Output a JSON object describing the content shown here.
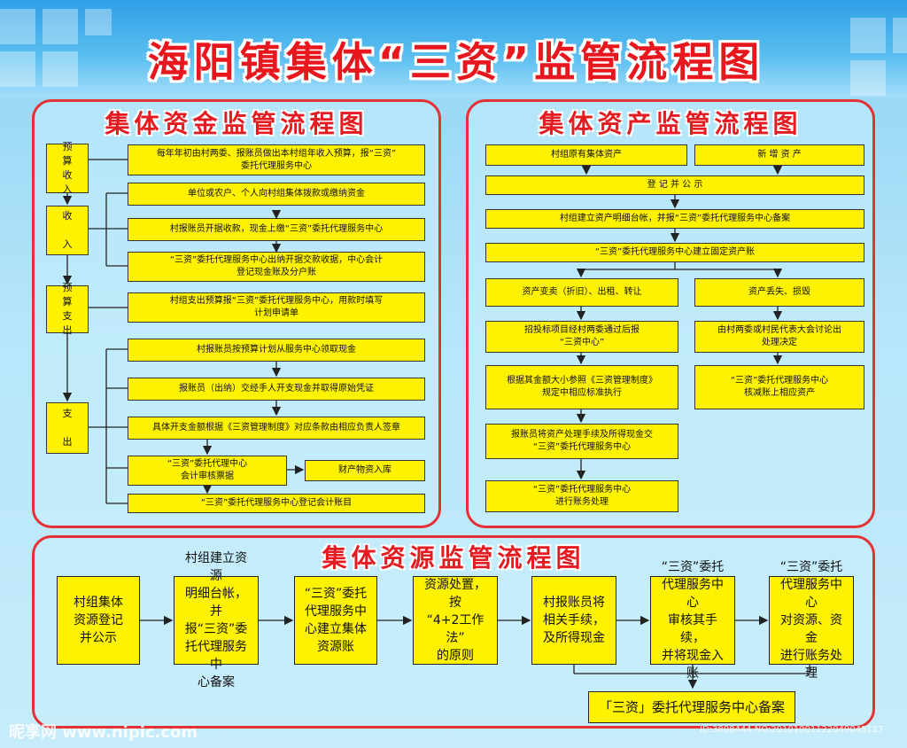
{
  "title": "海阳镇集体“三资”监管流程图",
  "funds": {
    "title": "集体资金监管流程图",
    "stages": [
      "预\n算\n收\n入",
      "收\n\n入",
      "预\n算\n支\n出",
      "支\n\n出"
    ],
    "boxes": [
      "每年年初由村两委、报账员做出本村组年收入预算，报“三资”\n委托代理服务中心",
      "单位或农户、个人向村组集体拨款或缴纳资金",
      "村报账员开据收款，现金上缴“三资”委托代理服务中心",
      "“三资”委托代理服务中心出纳开据交款收据，中心会计\n登记现金账及分户账",
      "村组支出预算报“三资”委托代理服务中心，用款时填写\n计划申请单",
      "村报账员按预算计划从服务中心领取现金",
      "报账员（出纳）交经手人开支现金并取得原始凭证",
      "具体开支金额根据《三资管理制度》对应条款由相应负责人签章",
      "“三资”委托代理中心\n会计审核票据",
      "财产物资入库",
      "“三资”委托代理服务中心登记会计账目"
    ]
  },
  "assets": {
    "title": "集体资产监管流程图",
    "boxes": [
      "村组原有集体资产",
      "新 增 资 产",
      "登 记 并 公 示",
      "村组建立资产明细台帐，并报“三资”委托代理服务中心备案",
      "“三资”委托代理服务中心建立固定资产账",
      "资产变卖（折旧）、出租、转让",
      "资产丢失、损毁",
      "招投标项目经村两委通过后报\n“三资中心”",
      "由村两委或村民代表大会讨论出\n处理决定",
      "根据其金额大小参照《三资管理制度》\n规定中相应标准执行",
      "“三资”委托代理服务中心\n核减账上相应资产",
      "报账员将资产处理手续及所得现金交\n“三资”委托代理服务中心",
      "“三资”委托代理服务中心\n进行账务处理"
    ]
  },
  "resources": {
    "title": "集体资源监管流程图",
    "boxes": [
      "村组集体\n资源登记\n并公示",
      "村组建立资源\n明细台帐，并\n报“三资”委\n托代理服务中\n心备案",
      "“三资”委托\n代理服务中\n心建立集体\n资源账",
      "资源处置，按\n“4+2工作法”\n的原则",
      "村报账员将\n相关手续，\n及所得现金",
      "“三资”委托\n代理服务中心\n审核其手续，\n并将现金入账",
      "“三资”委托\n代理服务中心\n对资源、资金\n进行账务处理"
    ],
    "final": "「三资」委托代理服务中心备案"
  },
  "watermark": {
    "left": "昵享网 www.nipic.com",
    "right": "ID:3808444 NO:20101001122049045127"
  },
  "colors": {
    "accent": "#e51b22",
    "box": "#fff200",
    "line": "#222222"
  }
}
